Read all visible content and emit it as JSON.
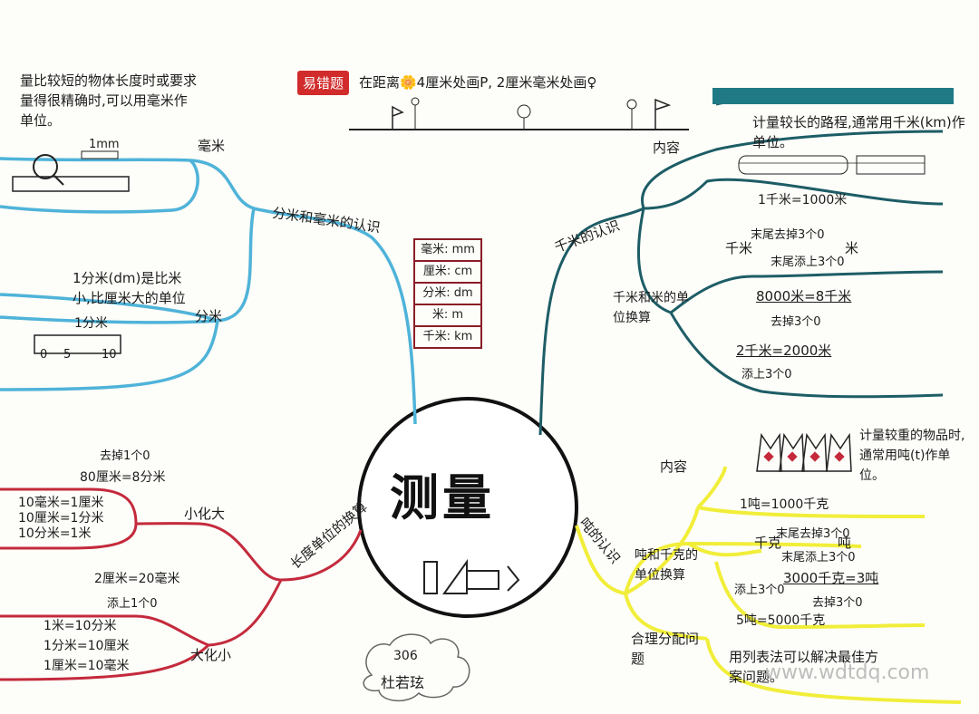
{
  "center": {
    "title": "测量"
  },
  "top": {
    "tag": "易错题",
    "text": "在距离🌼4厘米处画P, 2厘米毫米处画♀"
  },
  "left_top": {
    "branch": "分米和毫米的认识",
    "mm_label": "毫米",
    "mm_desc": "量比较短的物体长度时或要求量得很精确时,可以用毫米作单位。",
    "mm_small": "1mm",
    "dm_label": "分米",
    "dm_desc": "1分米(dm)是比米小,比厘米大的单位",
    "dm_small": "1分米",
    "ruler_marks": [
      "0",
      "5",
      "10"
    ]
  },
  "units": [
    "毫米: mm",
    "厘米: cm",
    "分米: dm",
    "米: m",
    "千米: km"
  ],
  "left_bottom": {
    "branch": "长度单位的换算",
    "small_to_big": "小化大",
    "big_to_small": "大化小",
    "remove_zero": "去掉1个0",
    "ex1": "80厘米=8分米",
    "list1": [
      "10毫米=1厘米",
      "10厘米=1分米",
      "10分米=1米"
    ],
    "ex2": "2厘米=20毫米",
    "add_zero": "添上1个0",
    "list2": [
      "1米=10分米",
      "1分米=10厘米",
      "1厘米=10毫米"
    ]
  },
  "right_top": {
    "branch": "千米的认识",
    "content_label": "内容",
    "desc": "计量较长的路程,通常用千米(km)作单位。",
    "eq1": "1千米=1000米",
    "unit_label": "千米和米的单位换算",
    "rule_top": "末尾去掉3个0",
    "rule_bottom": "末尾添上3个0",
    "km": "千米",
    "m": "米",
    "ex1": "8000米=8千米",
    "ex1_note": "去掉3个0",
    "ex2": "2千米=2000米",
    "ex2_note": "添上3个0"
  },
  "right_bottom": {
    "branch": "吨的认识",
    "content_label": "内容",
    "desc": "计量较重的物品时,通常用吨(t)作单位。",
    "eq1": "1吨=1000千克",
    "unit_label": "吨和千克的单位换算",
    "kg": "千克",
    "t": "吨",
    "rule_top": "末尾去掉3个0",
    "rule_bottom": "末尾添上3个0",
    "ex1": "3000千克=3吨",
    "ex1_note": "去掉3个0",
    "ex2_note": "添上3个0",
    "ex2": "5吨=5000千克",
    "problem_label": "合理分配问题",
    "problem_desc": "用列表法可以解决最佳方案问题。"
  },
  "signature": {
    "class": "306",
    "name": "杜若玹"
  },
  "watermark": "www.wdtdq.com",
  "colors": {
    "blue": "#4fb3d9",
    "teal": "#1d5d66",
    "red": "#c42a3c",
    "yellow": "#f1ee3a",
    "tag": "#d12b2b"
  }
}
